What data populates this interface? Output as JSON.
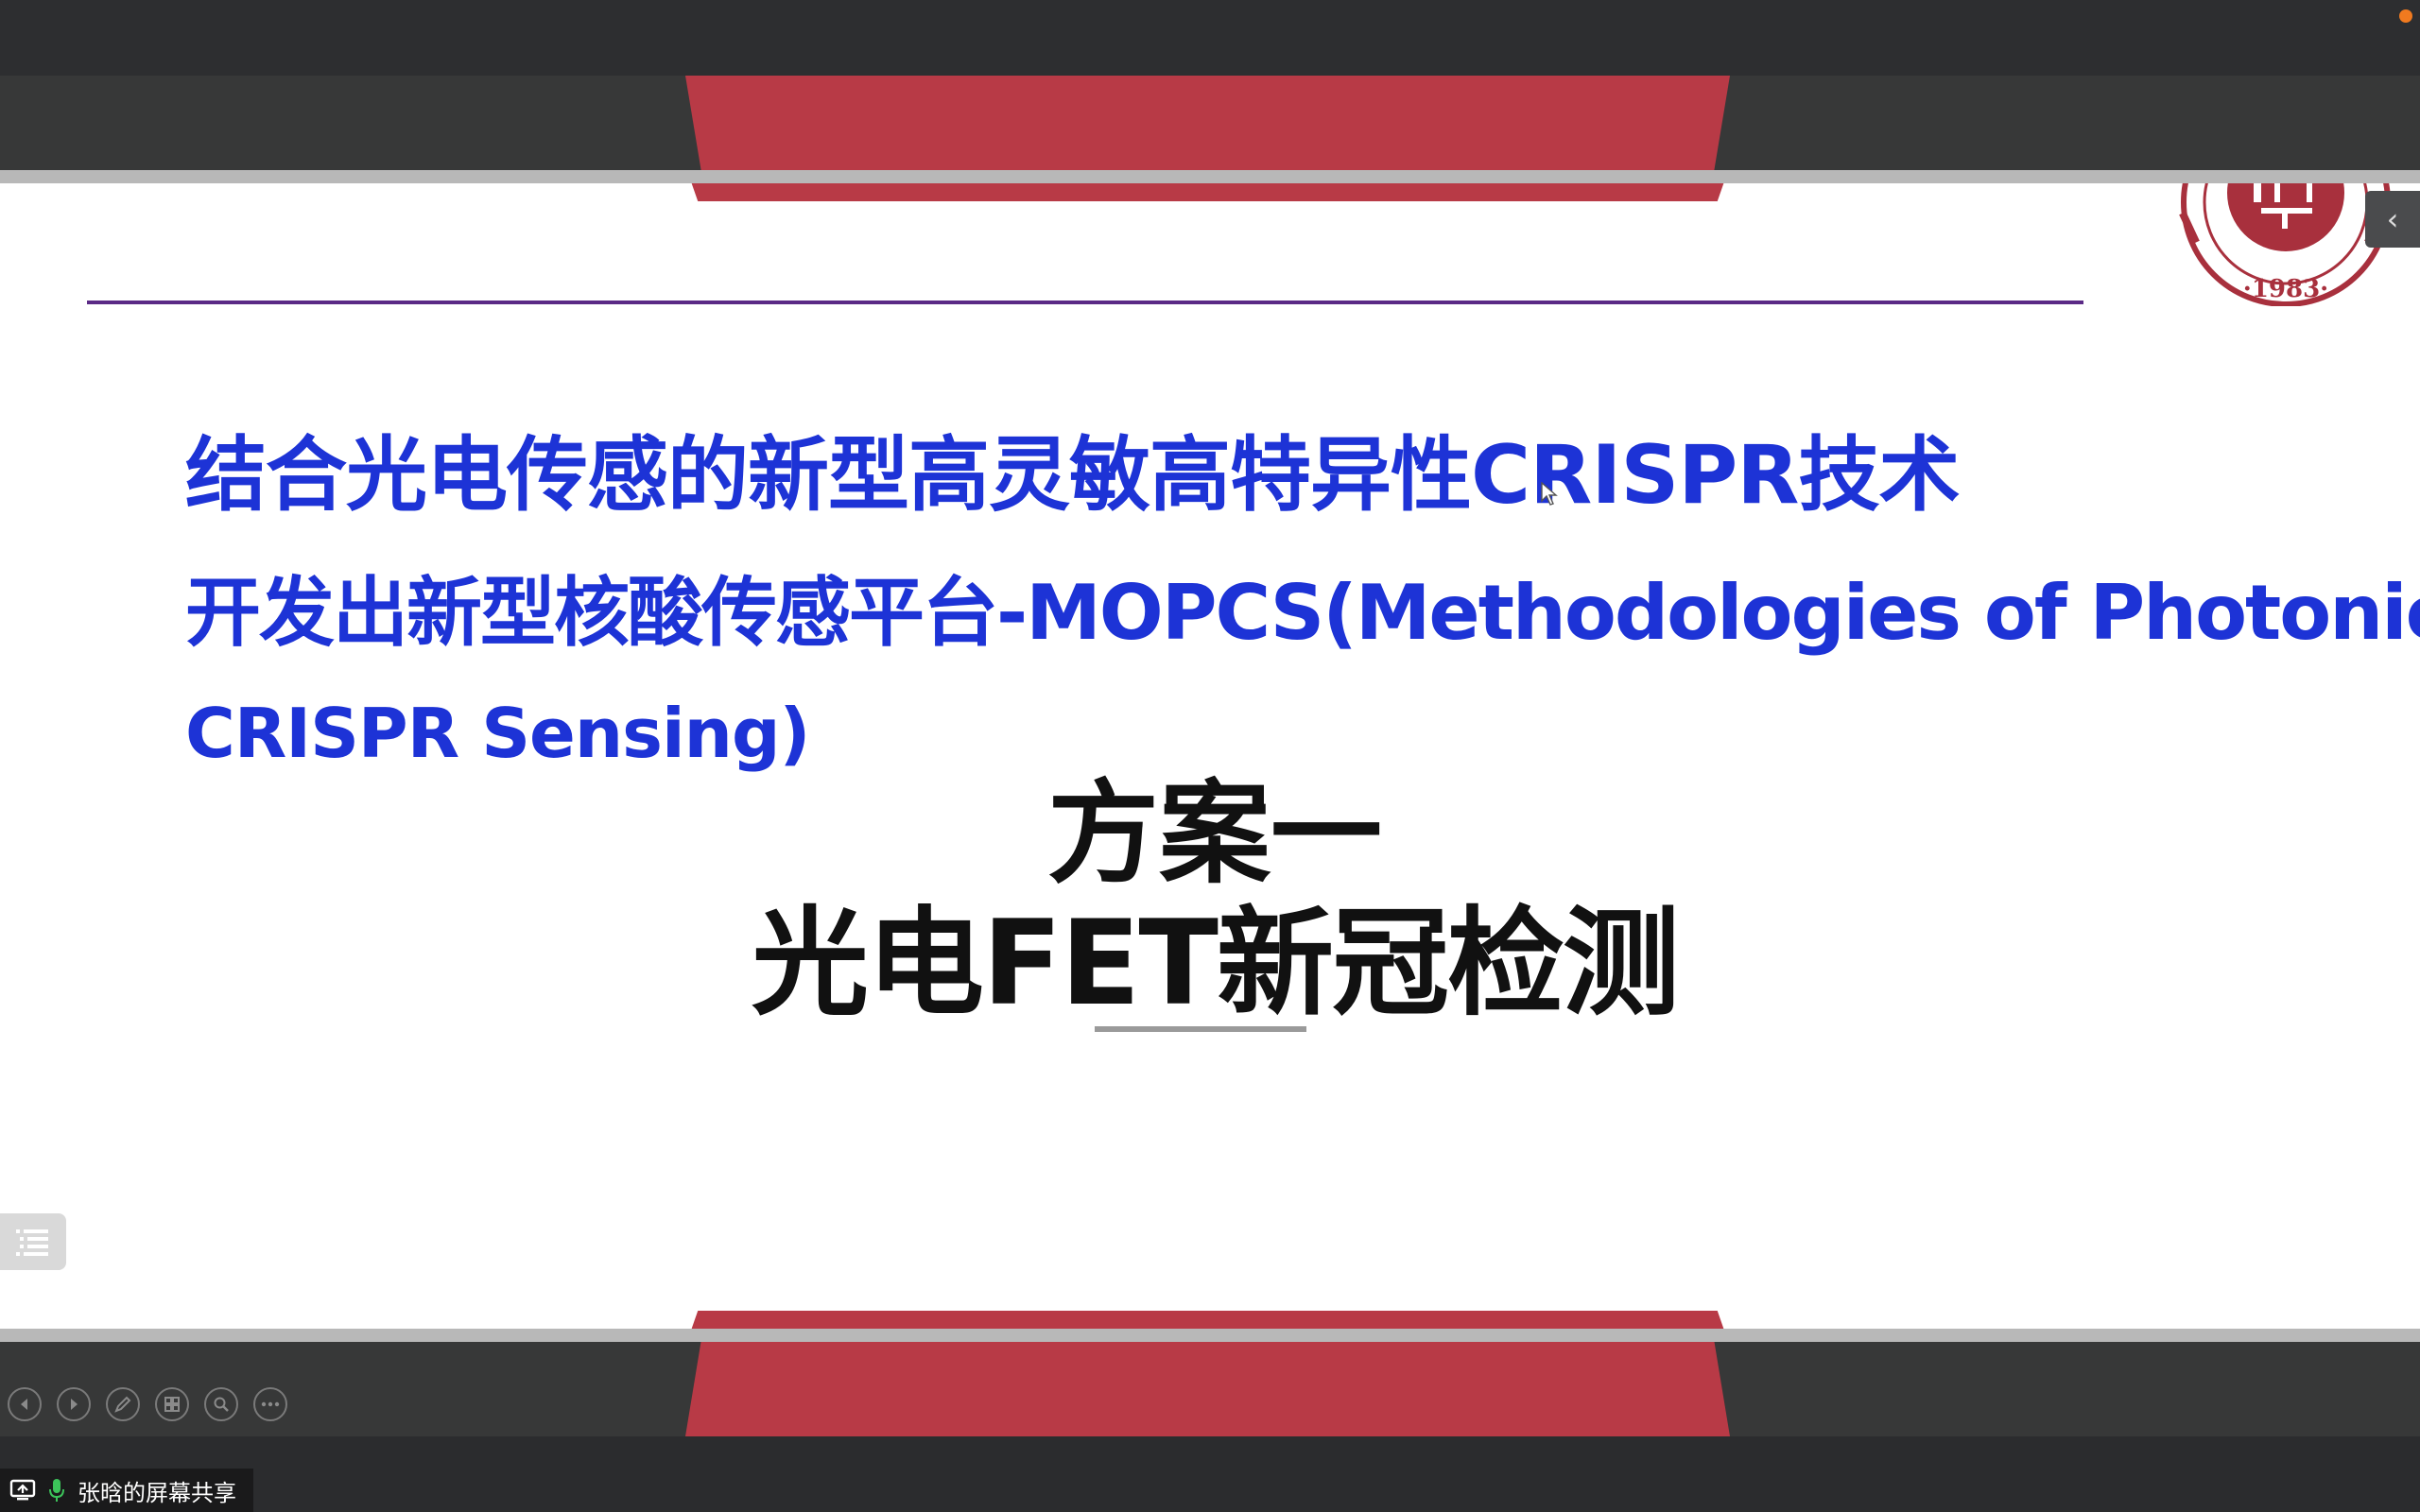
{
  "slide": {
    "line1": "结合光电传感的新型高灵敏高特异性CRISPR技术",
    "line2": "开发出新型核酸传感平台-MOPCS(Methodologies of Photonic",
    "line3": "CRISPR Sensing)",
    "title": "方案一",
    "subtitle": "光电FET新冠检测",
    "seal_year": "·1983·"
  },
  "share": {
    "label": "张晗的屏幕共享"
  },
  "icons": {
    "back": "chevron-left",
    "outline": "list",
    "prev": "prev-slide",
    "next": "next-slide",
    "pen": "pen",
    "slides": "slide-grid",
    "zoom": "zoom",
    "more": "more"
  },
  "colors": {
    "accent_red": "#b83a46",
    "text_blue": "#1d33d6",
    "rule_purple": "#5b2a86",
    "recording": "#f07a1f"
  }
}
